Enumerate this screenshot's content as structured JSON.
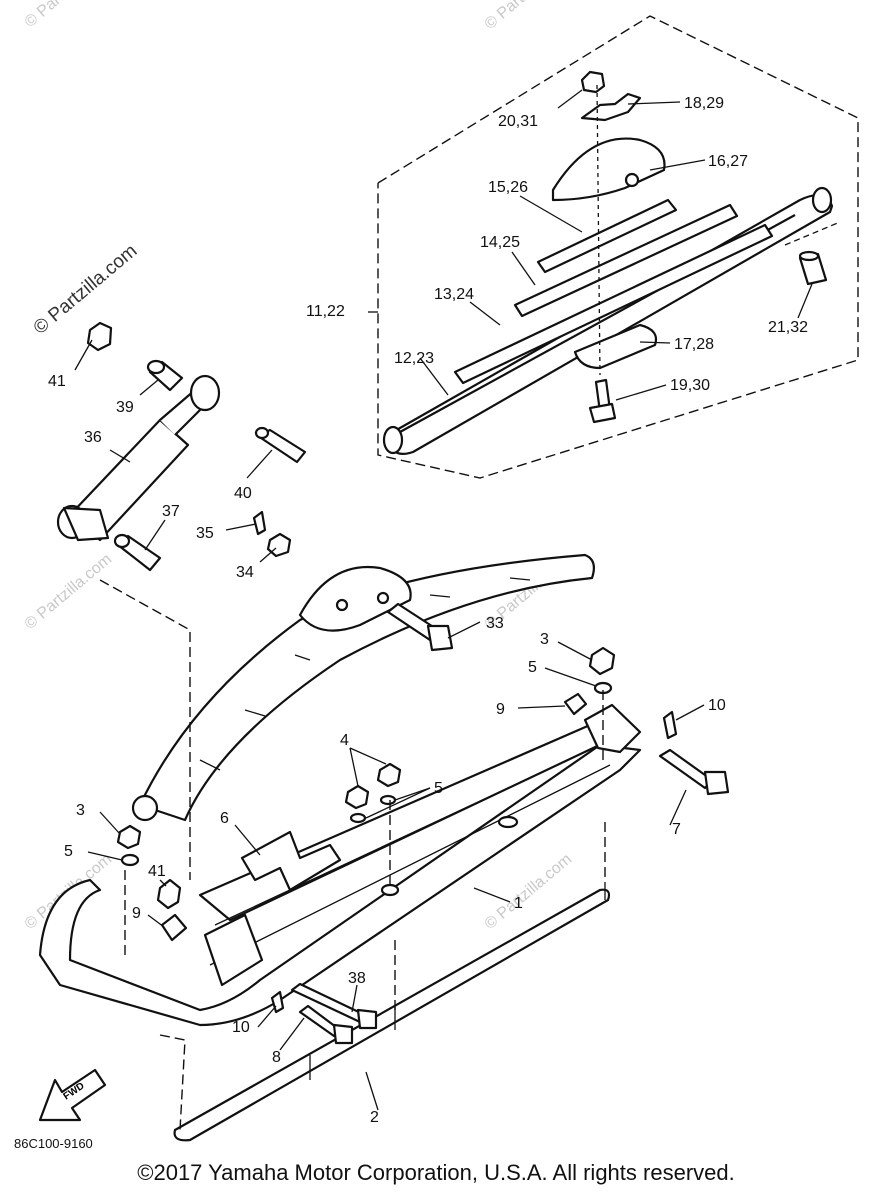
{
  "watermarks": {
    "main": "© Partzilla.com",
    "faint": "© Partzilla.com"
  },
  "callouts": {
    "c_20_31": "20,31",
    "c_18_29": "18,29",
    "c_16_27": "16,27",
    "c_15_26": "15,26",
    "c_14_25": "14,25",
    "c_13_24": "13,24",
    "c_11_22": "11,22",
    "c_12_23": "12,23",
    "c_21_32": "21,32",
    "c_17_28": "17,28",
    "c_19_30": "19,30",
    "c_41_top": "41",
    "c_39": "39",
    "c_36": "36",
    "c_40": "40",
    "c_37": "37",
    "c_35": "35",
    "c_34": "34",
    "c_33": "33",
    "c_3_right": "3",
    "c_5_right": "5",
    "c_9_right": "9",
    "c_10_right": "10",
    "c_4": "4",
    "c_5_mid": "5",
    "c_7": "7",
    "c_3_left": "3",
    "c_6": "6",
    "c_5_left": "5",
    "c_41_low": "41",
    "c_1": "1",
    "c_9_left": "9",
    "c_38": "38",
    "c_10_low": "10",
    "c_8": "8",
    "c_2": "2"
  },
  "fwd_label": "FWD",
  "diagram_code": "86C100-9160",
  "copyright": "©2017 Yamaha Motor Corporation, U.S.A. All rights reserved."
}
